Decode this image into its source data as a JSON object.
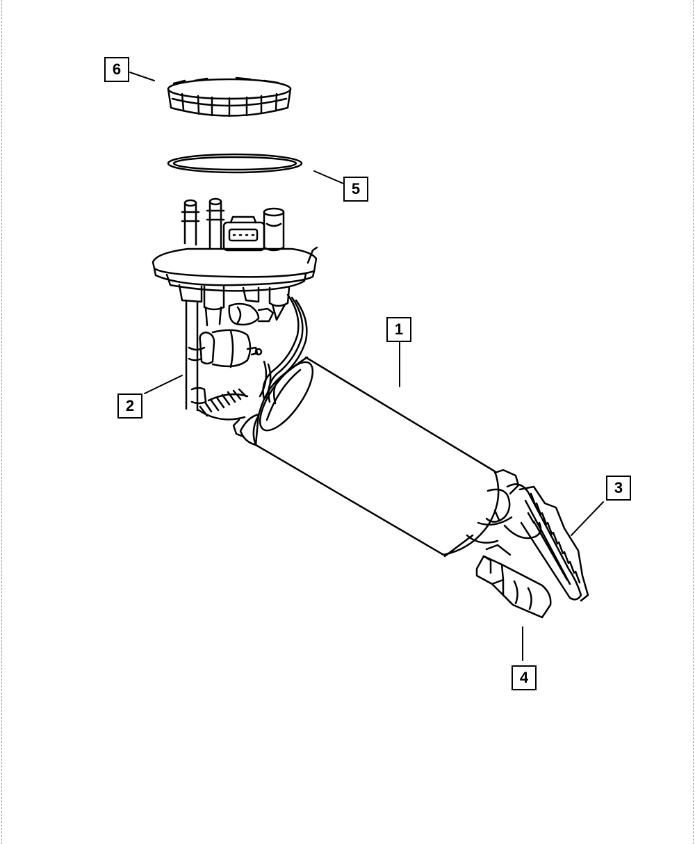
{
  "diagram": {
    "colors": {
      "line": "#000000",
      "background": "#ffffff"
    },
    "parts": [
      {
        "key": "fuel-pump-module",
        "callout": "1"
      },
      {
        "key": "fuel-filter",
        "callout": "2"
      },
      {
        "key": "fuel-level-sender",
        "callout": "3"
      },
      {
        "key": "strainer",
        "callout": "4"
      },
      {
        "key": "o-ring-seal",
        "callout": "5"
      },
      {
        "key": "lock-ring",
        "callout": "6"
      }
    ]
  }
}
